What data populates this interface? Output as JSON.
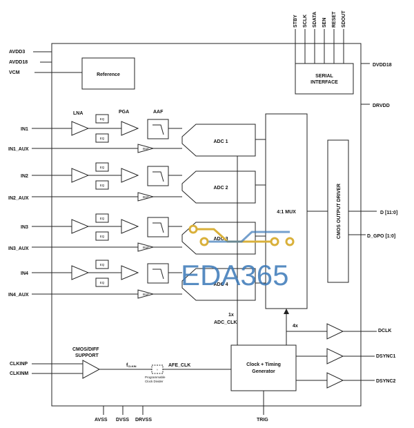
{
  "pins": {
    "left": [
      "AVDD3",
      "AVDD18",
      "VCM",
      "IN1",
      "IN1_AUX",
      "IN2",
      "IN2_AUX",
      "IN3",
      "IN3_AUX",
      "IN4",
      "IN4_AUX",
      "CLKINP",
      "CLKINM"
    ],
    "top": [
      "STBY",
      "SCLK",
      "SDATA",
      "SEN",
      "RESET",
      "SDOUT"
    ],
    "right": [
      "DVDD18",
      "DRVDD",
      "D [11:0]",
      "D_GPO [1:0]",
      "DCLK",
      "DSYNC1",
      "DSYNC2"
    ],
    "bottom": [
      "AVSS",
      "DVSS",
      "DRVSS",
      "TRIG"
    ]
  },
  "blocks": {
    "reference": "Reference",
    "serial_l1": "SERIAL",
    "serial_l2": "INTERFACE",
    "mux": "4:1 MUX",
    "cmos_driver": "CMOS OUTPUT DRIVER",
    "adc": [
      "ADC 1",
      "ADC 2",
      "ADC 3",
      "ADC 4"
    ],
    "clock_l1": "Clock + Timing",
    "clock_l2": "Generator",
    "cmos_diff_l1": "CMOS/DIFF",
    "cmos_diff_l2": "SUPPORT",
    "prog_l1": "Programmable",
    "prog_l2": "Clock Divider"
  },
  "labels": {
    "lna": "LNA",
    "pga": "PGA",
    "aaf": "AAF",
    "eq": "EQ",
    "buf": "BUF",
    "x1": "1x",
    "adc_clk": "ADC_CLK",
    "x4": "4x",
    "fclkin": "f",
    "fclkin_sub": "CLKIN",
    "afe_clk": "AFE_CLK"
  },
  "watermark": "EDA365",
  "colors": {
    "watermark_blue": "#3a78b8",
    "watermark_gold": "#d9b03a"
  }
}
